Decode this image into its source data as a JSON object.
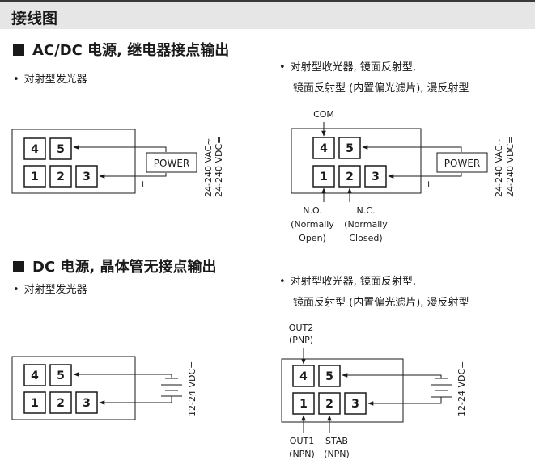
{
  "header": {
    "title": "接线图"
  },
  "section_acdc": {
    "title": "AC/DC 电源, 继电器接点输出",
    "left_bullet": "对射型发光器",
    "right_bullet_line1": "对射型收光器, 镜面反射型,",
    "right_bullet_line2": "镜面反射型 (内置偏光滤片), 漫反射型",
    "left_diagram": {
      "terminals": [
        "4",
        "5",
        "1",
        "2",
        "3"
      ],
      "power_label": "POWER",
      "minus": "−",
      "plus": "+",
      "voltage_line1": "24-240 VAC~",
      "voltage_line2": "24-240 VDC="
    },
    "right_diagram": {
      "terminals": [
        "4",
        "5",
        "1",
        "2",
        "3"
      ],
      "com_label": "COM",
      "power_label": "POWER",
      "minus": "−",
      "plus": "+",
      "voltage_line1": "24-240 VAC~",
      "voltage_line2": "24-240 VDC=",
      "no_label": [
        "N.O.",
        "(Normally",
        "Open)"
      ],
      "nc_label": [
        "N.C.",
        "(Normally",
        "Closed)"
      ]
    }
  },
  "section_dc": {
    "title": "DC 电源, 晶体管无接点输出",
    "left_bullet": "对射型发光器",
    "right_bullet_line1": "对射型收光器, 镜面反射型,",
    "right_bullet_line2": "镜面反射型 (内置偏光滤片), 漫反射型",
    "left_diagram": {
      "terminals": [
        "4",
        "5",
        "1",
        "2",
        "3"
      ],
      "voltage": "12-24 VDC="
    },
    "right_diagram": {
      "terminals": [
        "4",
        "5",
        "1",
        "2",
        "3"
      ],
      "voltage": "12-24 VDC=",
      "out2_label": [
        "OUT2",
        "(PNP)"
      ],
      "out1_label": [
        "OUT1",
        "(NPN)"
      ],
      "stab_label": [
        "STAB",
        "(NPN)"
      ]
    }
  }
}
